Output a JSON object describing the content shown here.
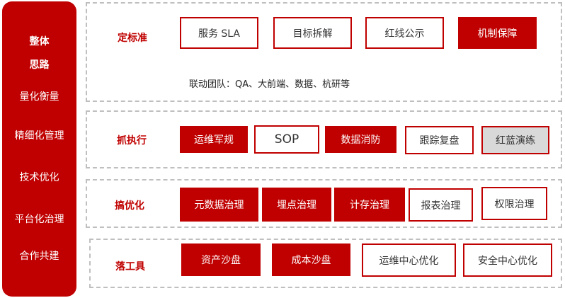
{
  "sidebar": {
    "title_line1": "整体",
    "title_line2": "思路",
    "items": [
      "量化衡量",
      "精细化管理",
      "技术优化",
      "平台化治理",
      "合作共建"
    ]
  },
  "rows": [
    {
      "label": "定标准",
      "tags": [
        "服务 SLA",
        "目标拆解",
        "红线公示",
        "机制保障"
      ],
      "note": "联动团队：QA、大前端、数据、杭研等"
    },
    {
      "label": "抓执行",
      "tags": [
        "运维军规",
        "SOP",
        "数据消防",
        "跟踪复盘",
        "红蓝演练"
      ]
    },
    {
      "label": "搞优化",
      "tags": [
        "元数据治理",
        "埋点治理",
        "计存治理",
        "报表治理",
        "权限治理"
      ]
    },
    {
      "label": "落工具",
      "tags": [
        "资产沙盘",
        "成本沙盘",
        "运维中心优化",
        "安全中心优化"
      ]
    }
  ],
  "colors": {
    "brand_red": "#c00000",
    "dashed_border": "#bfbfbf",
    "highlight_gray": "#d9d9d9"
  }
}
